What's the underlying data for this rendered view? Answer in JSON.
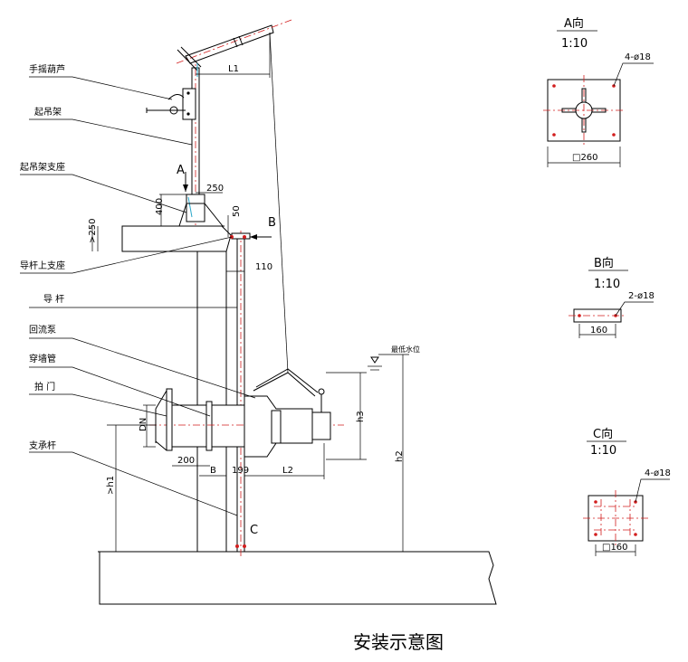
{
  "labels": {
    "hoist": "手摇葫芦",
    "lifting_frame": "起吊架",
    "frame_support": "起吊架支座",
    "guide_rod_upper_support": "导杆上支座",
    "guide_rod": "导 杆",
    "return_pump": "回流泵",
    "wall_pipe": "穿墙管",
    "flap_valve": "拍 门",
    "support_rod": "支承杆"
  },
  "dimensions": {
    "L1": "L1",
    "d250": "250",
    "d400": "400",
    "gt250": ">250",
    "d50": "50",
    "d110": "110",
    "DN": "DN",
    "d200": "200",
    "B": "B",
    "d199": "199",
    "L2": "L2",
    "h1": ">h1",
    "h2": "h2",
    "h3": "h3",
    "low_water_level": "最低水位"
  },
  "markers": {
    "A": "A",
    "B": "B",
    "C": "C"
  },
  "views": {
    "a": {
      "title": "A向",
      "scale": "1:10",
      "holes": "4-ø18",
      "width": "□260"
    },
    "b": {
      "title": "B向",
      "scale": "1:10",
      "holes": "2-ø18",
      "width": "160"
    },
    "c": {
      "title": "C向",
      "scale": "1:10",
      "holes": "4-ø18",
      "width": "□160"
    }
  },
  "caption": "安装示意图"
}
